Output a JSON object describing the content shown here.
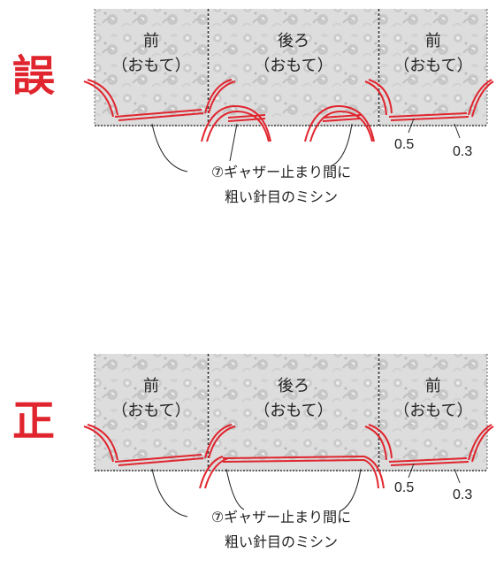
{
  "diagrams": [
    {
      "id": "wrong",
      "marker": "誤",
      "panels": [
        {
          "name": "前",
          "side": "（おもて）"
        },
        {
          "name": "後ろ",
          "side": "（おもて）"
        },
        {
          "name": "前",
          "side": "（おもて）"
        }
      ],
      "measurements": [
        "0.5",
        "0.3"
      ],
      "caption_line1": "⑦ギャザー止まり間に",
      "caption_line2": "粗い針目のミシン"
    },
    {
      "id": "right",
      "marker": "正",
      "panels": [
        {
          "name": "前",
          "side": "（おもて）"
        },
        {
          "name": "後ろ",
          "side": "（おもて）"
        },
        {
          "name": "前",
          "side": "（おもて）"
        }
      ],
      "measurements": [
        "0.5",
        "0.3"
      ],
      "caption_line1": "⑦ギャザー止まり間に",
      "caption_line2": "粗い針目のミシン"
    }
  ],
  "colors": {
    "accent_red": "#e0252e",
    "fabric_base": "#bdbdbd",
    "fabric_edge": "#555555"
  }
}
